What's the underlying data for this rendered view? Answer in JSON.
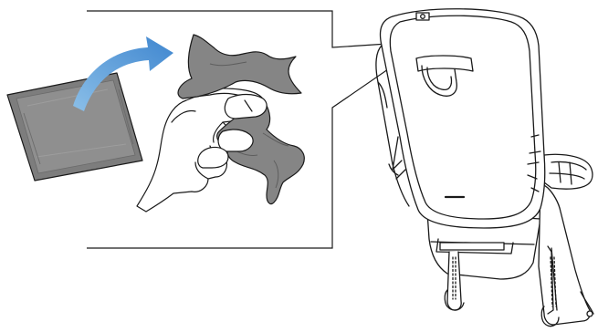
{
  "illustration": {
    "type": "instruction-diagram",
    "steps": [
      "remove-wipe-from-packet",
      "wipe-seat-shell"
    ],
    "colors": {
      "line": "#1a1a1a",
      "packet": "#7d7d7d",
      "packet_inner": "#8f8f8f",
      "cloth": "#858585",
      "cloth_shadow": "#6f6f6f",
      "arrow": "#5b9bd5",
      "seat_fill": "#ffffff",
      "callout_fill": "#ffffff"
    },
    "icons": [
      "wipe-packet-icon",
      "curved-arrow-icon",
      "hand-icon",
      "cleaning-cloth-icon",
      "bike-seat-icon"
    ]
  }
}
